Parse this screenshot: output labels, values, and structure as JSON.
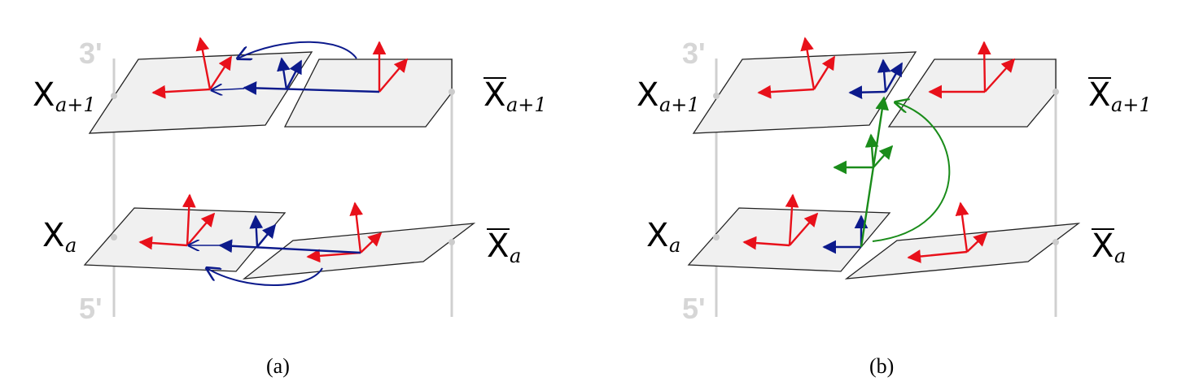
{
  "panels": [
    {
      "caption": "(a)",
      "strand_top": "3'",
      "strand_bottom": "5'",
      "labels": {
        "left_top": {
          "base": "X",
          "sub": "a+1"
        },
        "left_bottom": {
          "base": "X",
          "sub": "a"
        },
        "right_top": {
          "base": "X",
          "sub": "a+1",
          "overline": true
        },
        "right_bottom": {
          "base": "X",
          "sub": "a",
          "overline": true
        }
      }
    },
    {
      "caption": "(b)",
      "strand_top": "3'",
      "strand_bottom": "5'",
      "labels": {
        "left_top": {
          "base": "X",
          "sub": "a+1"
        },
        "left_bottom": {
          "base": "X",
          "sub": "a"
        },
        "right_top": {
          "base": "X",
          "sub": "a+1",
          "overline": true
        },
        "right_bottom": {
          "base": "X",
          "sub": "a",
          "overline": true
        }
      }
    }
  ],
  "colors": {
    "frame_axes": "#e8101a",
    "transform_a": "#0c1a8c",
    "transform_b": "#1a8c1a",
    "strand_line": "#d0d0d0",
    "plane_fill": "#f0f0f0"
  }
}
